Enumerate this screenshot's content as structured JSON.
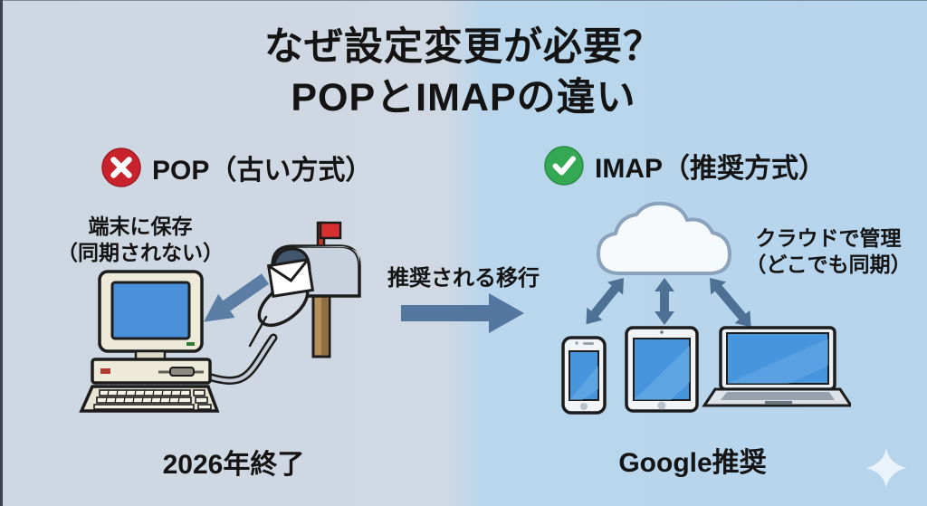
{
  "title": {
    "line1": "なぜ設定変更が必要？",
    "line2": "POPとIMAPの違い"
  },
  "pop": {
    "heading": "POP（古い方式）",
    "note_line1": "端末に保存",
    "note_line2": "（同期されない）",
    "footer": "2026年終了"
  },
  "imap": {
    "heading": "IMAP（推奨方式）",
    "note_line1": "クラウドで管理",
    "note_line2": "（どこでも同期）",
    "footer": "Google推奨"
  },
  "migration": {
    "label": "推奨される移行"
  },
  "colors": {
    "bg_left": "#cdd7e1",
    "bg_right": "#b9d6ec",
    "x_red": "#c8232c",
    "check_green": "#34a853",
    "arrow_blue": "#54779f",
    "screen_blue": "#4a90d9",
    "text": "#141414"
  }
}
